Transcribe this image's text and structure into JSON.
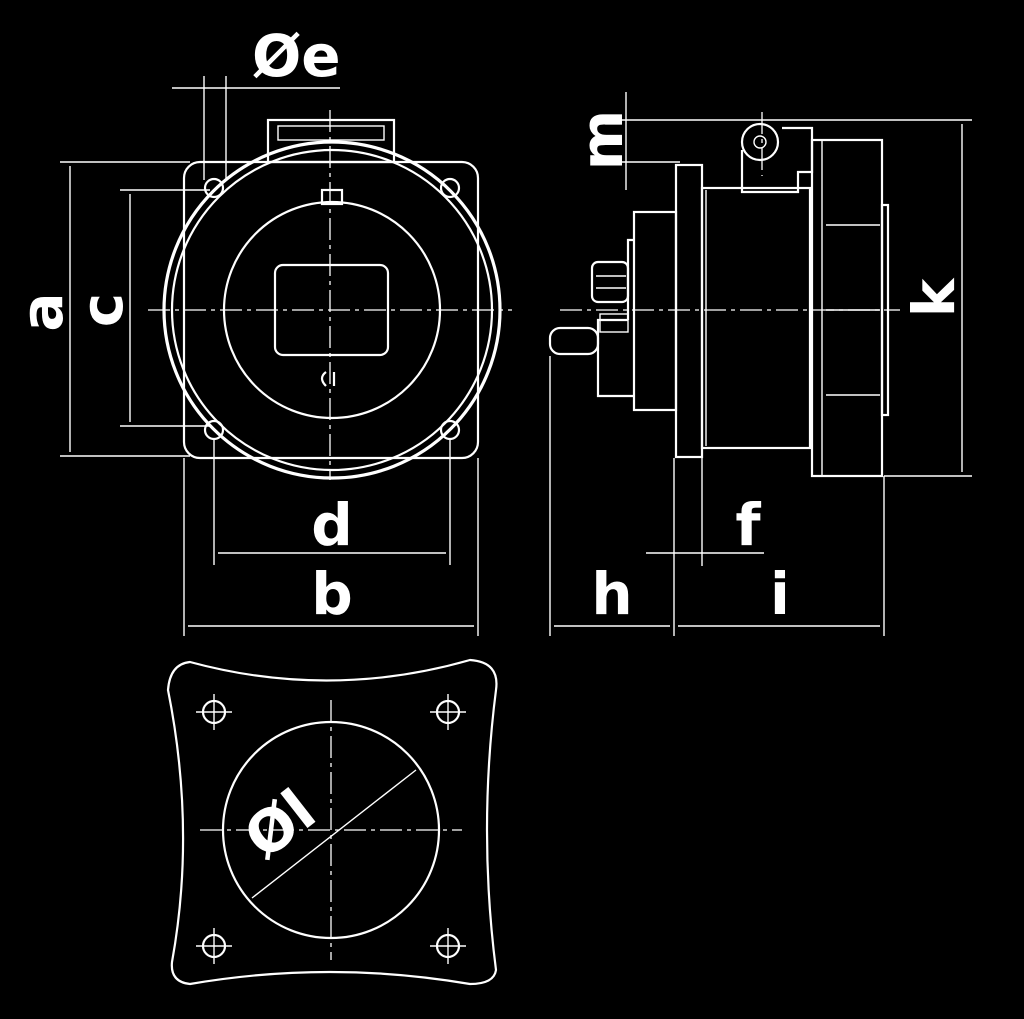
{
  "labels": {
    "e": "Øe",
    "a": "a",
    "c": "c",
    "d": "d",
    "b": "b",
    "m": "m",
    "k": "k",
    "f": "f",
    "h": "h",
    "i": "i",
    "l": "Øl"
  },
  "colors": {
    "background": "#000000",
    "line": "#ffffff"
  }
}
